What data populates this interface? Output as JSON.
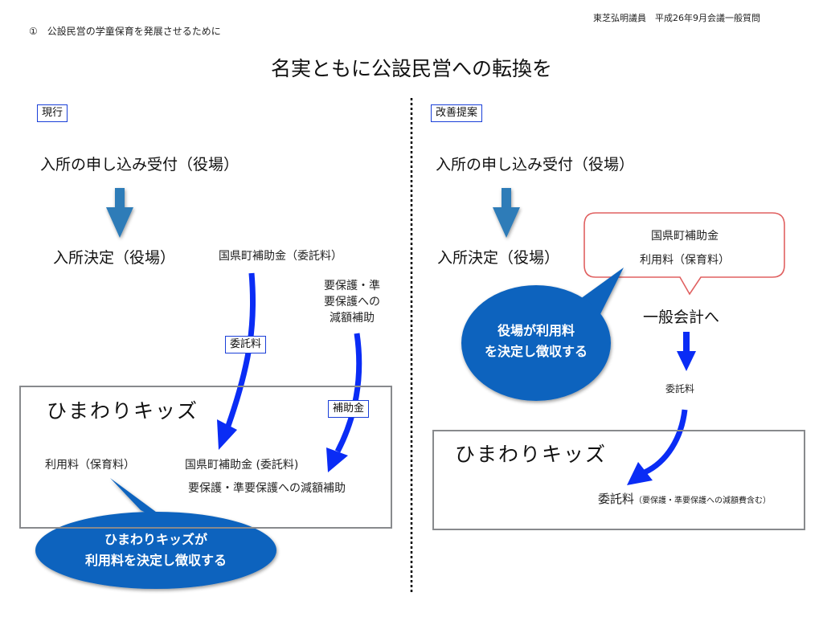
{
  "header": {
    "subtitle": "①　公設民営の学童保育を発展させるために",
    "author_info": "東芝弘明議員　平成26年9月会議一般質問",
    "title": "名実ともに公設民営への転換を"
  },
  "left_panel": {
    "tag": "現行",
    "step1": "入所の申し込み受付（役場）",
    "step2": "入所決定（役場）",
    "subsidy_source": "国県町補助金（委託料）",
    "reduction_source": [
      "要保護・準",
      "要保護への",
      "減額補助"
    ],
    "label_commission": "委託料",
    "label_subsidy": "補助金",
    "facility": {
      "name": "ひまわりキッズ",
      "fee": "利用料（保育料）",
      "subsidy": "国県町補助金 (委託料)",
      "reduction": "要保護・準要保護への減額補助"
    },
    "callout": [
      "ひまわりキッズが",
      "利用料を決定し徴収する"
    ]
  },
  "right_panel": {
    "tag": "改善提案",
    "step1": "入所の申し込み受付（役場）",
    "step2": "入所決定（役場）",
    "speech_box": [
      "国県町補助金",
      "利用料（保育料）"
    ],
    "general_account": "一般会計へ",
    "commission": "委託料",
    "facility": {
      "name": "ひまわりキッズ",
      "commission_main": "委託料",
      "commission_note": "（要保護・準要保護への減額費含む）"
    },
    "callout": [
      "役場が利用料",
      "を決定し徴収する"
    ]
  },
  "colors": {
    "steel_arrow": "#2f7cb8",
    "flow_arrow": "#0a2cf5",
    "callout_fill": "#0b63be",
    "speech_border": "#e06060",
    "tag_border": "#1a3fd8",
    "box_border": "#888a8d"
  }
}
